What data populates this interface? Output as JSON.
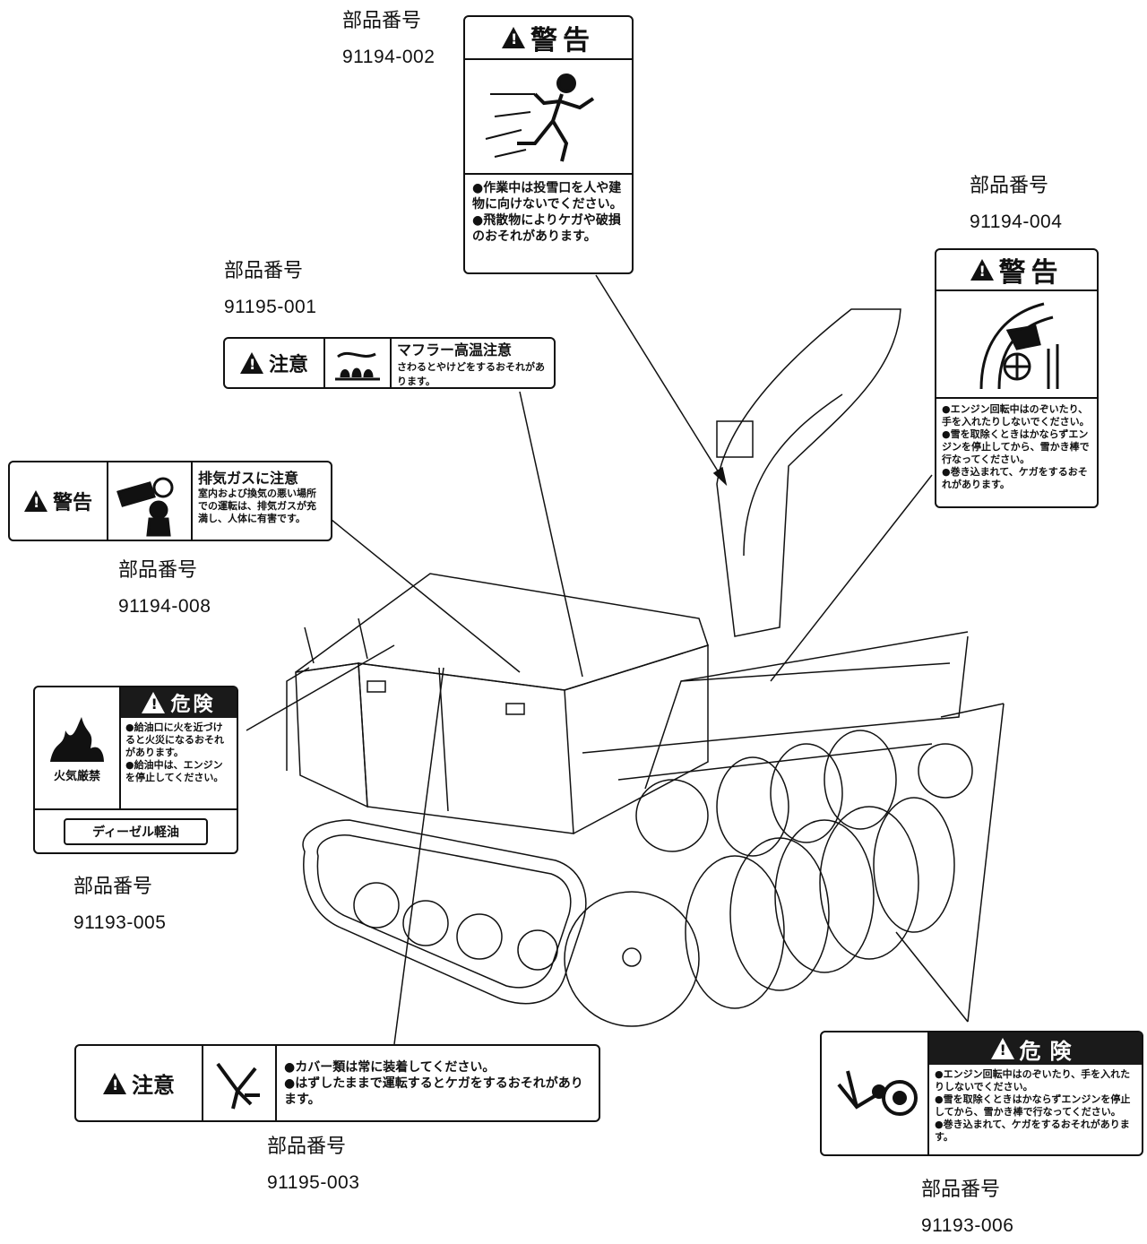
{
  "labels": [
    {
      "id": "a",
      "caption": "部品番号",
      "number": "91194-002"
    },
    {
      "id": "b",
      "caption": "部品番号",
      "number": "91194-004"
    },
    {
      "id": "c",
      "caption": "部品番号",
      "number": "91195-001"
    },
    {
      "id": "d",
      "caption": "部品番号",
      "number": "91194-008"
    },
    {
      "id": "e",
      "caption": "部品番号",
      "number": "91193-005"
    },
    {
      "id": "f",
      "caption": "部品番号",
      "number": "91195-003"
    },
    {
      "id": "g",
      "caption": "部品番号",
      "number": "91193-006"
    }
  ],
  "stickers": {
    "s002": {
      "header": "警告",
      "text": [
        "●作業中は投雪口を人や建物に向けないでください。",
        "●飛散物によりケガや破損のおそれがあります。"
      ]
    },
    "s004": {
      "header": "警告",
      "text": [
        "●エンジン回転中はのぞいたり、手を入れたりしないでください。",
        "●雪を取除くときはかならずエンジンを停止してから、雪かき棒で行なってください。",
        "●巻き込まれて、ケガをするおそれがあります。"
      ]
    },
    "s001": {
      "header": "注意",
      "title": "マフラー高温注意",
      "text": "さわるとやけどをするおそれがあります。"
    },
    "s008": {
      "header": "警告",
      "title": "排気ガスに注意",
      "text": "室内および換気の悪い場所での運転は、排気ガスが充満し、人体に有害です。"
    },
    "s005": {
      "header": "危険",
      "icon_label": "火気厳禁",
      "text": [
        "●給油口に火を近づけると火災になるおそれがあります。",
        "●給油中は、エンジンを停止してください。"
      ],
      "footer": "ディーゼル軽油"
    },
    "s003": {
      "header": "注意",
      "text": [
        "●カバー類は常に装着してください。",
        "●はずしたままで運転するとケガをするおそれがあります。"
      ]
    },
    "s006": {
      "header": "危険",
      "text": [
        "●エンジン回転中はのぞいたり、手を入れたりしないでください。",
        "●雪を取除くときはかならずエンジンを停止してから、雪かき棒で行なってください。",
        "●巻き込まれて、ケガをするおそれがあります。"
      ]
    }
  },
  "colors": {
    "ink": "#111111",
    "paper": "#ffffff"
  }
}
